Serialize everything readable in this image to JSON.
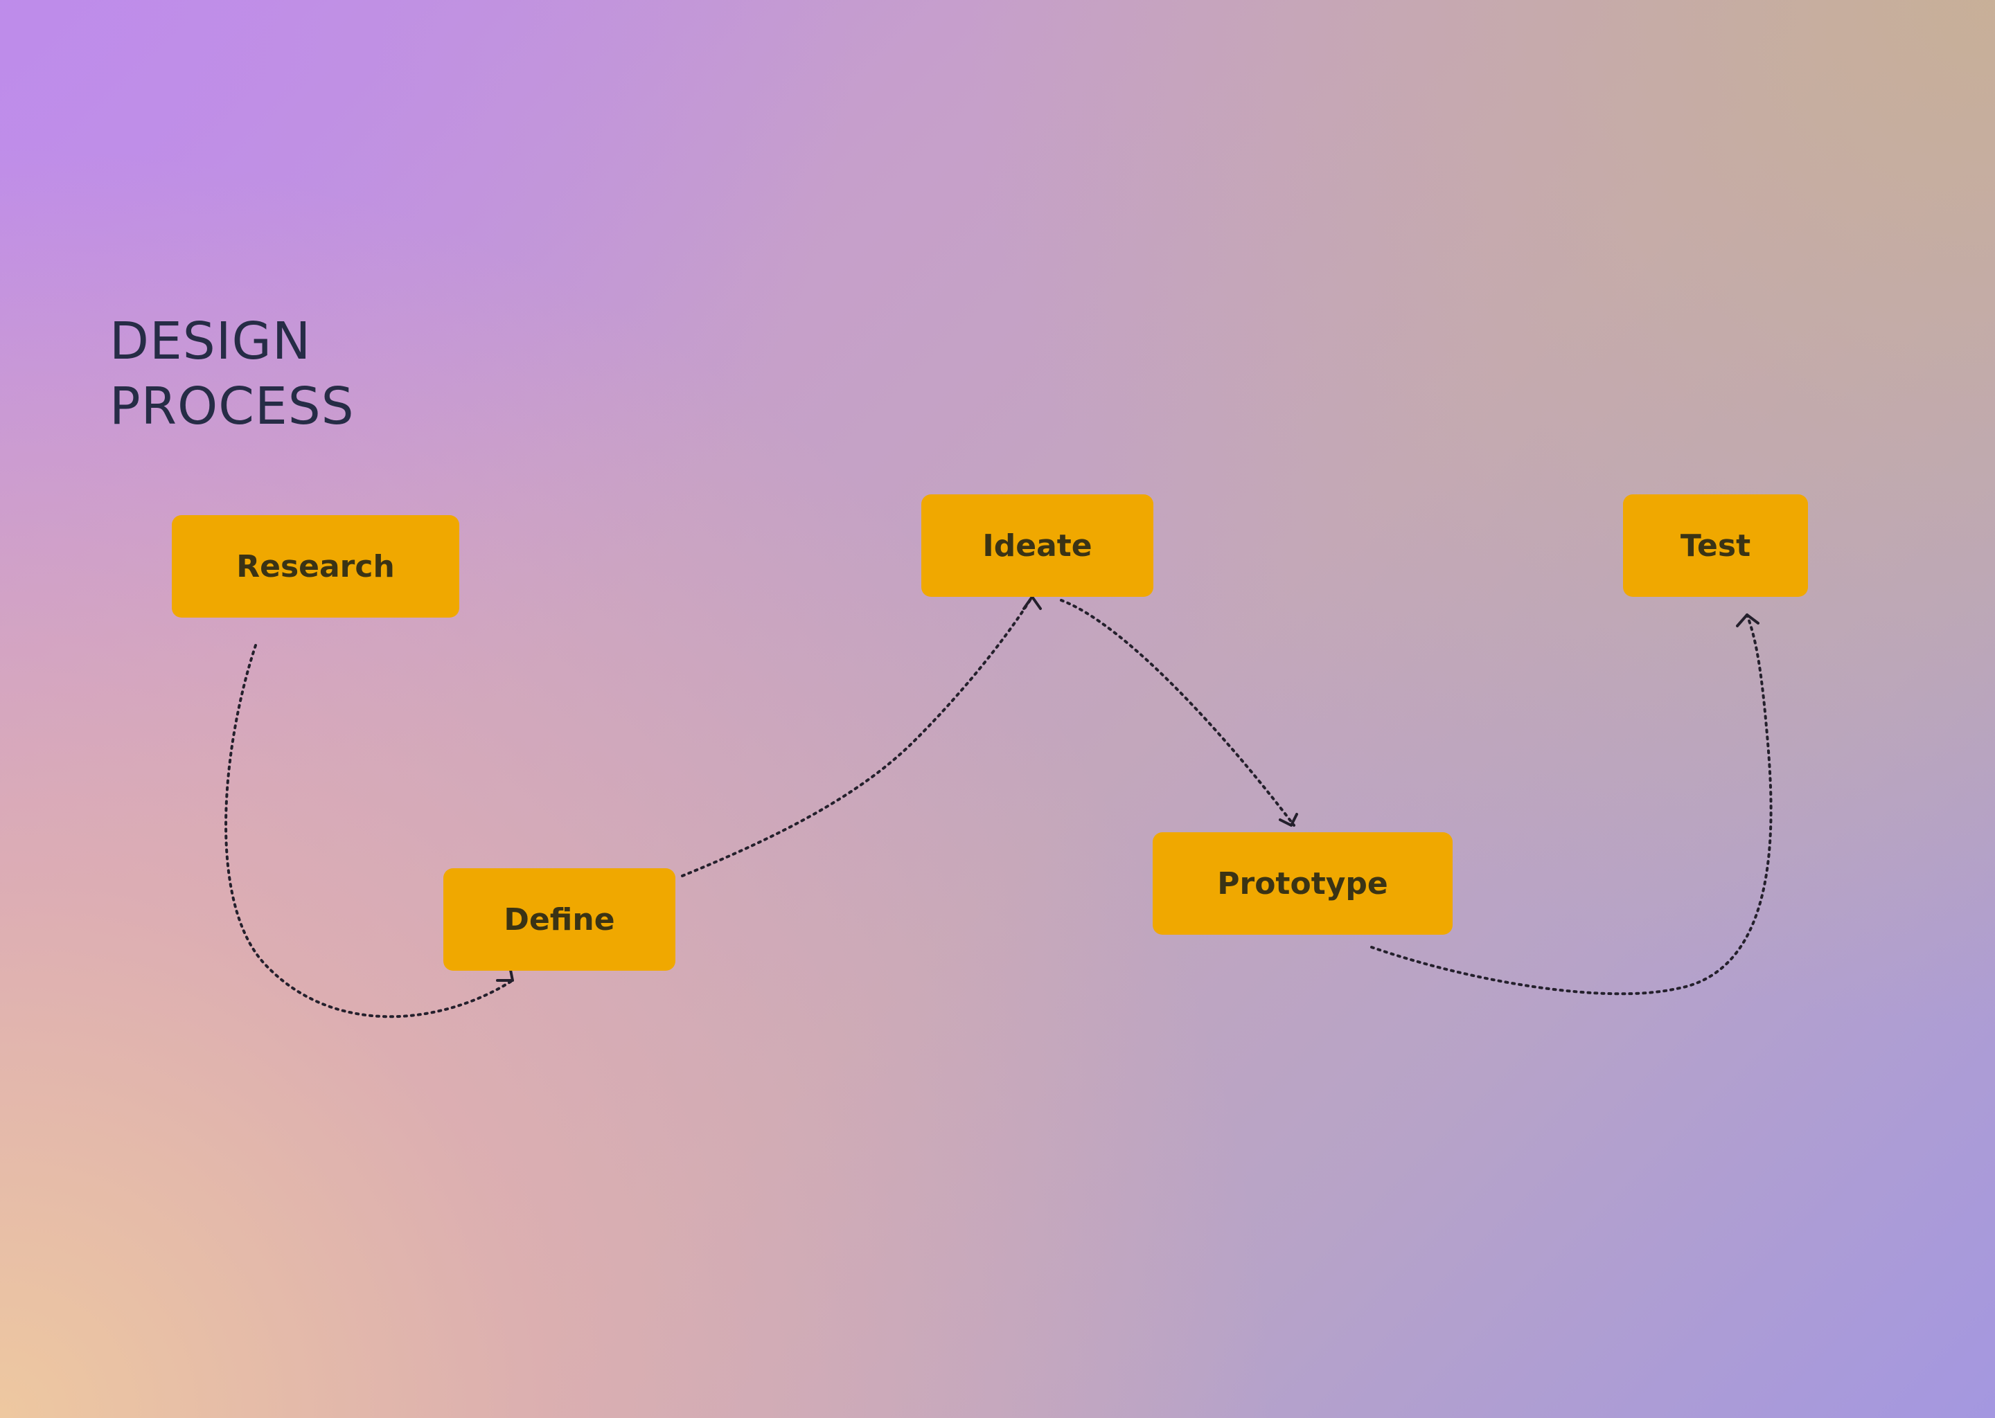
{
  "title": {
    "line1": "DESIGN",
    "line2": "PROCESS"
  },
  "colors": {
    "node_fill": "#f0a800",
    "node_text": "#3a3315",
    "title_text": "#262c46",
    "connector": "#24202c"
  },
  "nodes": {
    "research": {
      "label": "Research"
    },
    "define": {
      "label": "Define"
    },
    "ideate": {
      "label": "Ideate"
    },
    "prototype": {
      "label": "Prototype"
    },
    "test": {
      "label": "Test"
    }
  },
  "edges": [
    {
      "from": "research",
      "to": "define",
      "style": "dotted",
      "arrow": "end"
    },
    {
      "from": "define",
      "to": "ideate",
      "style": "dotted",
      "arrow": "end"
    },
    {
      "from": "ideate",
      "to": "prototype",
      "style": "dotted",
      "arrow": "end"
    },
    {
      "from": "prototype",
      "to": "test",
      "style": "dotted",
      "arrow": "end"
    }
  ]
}
